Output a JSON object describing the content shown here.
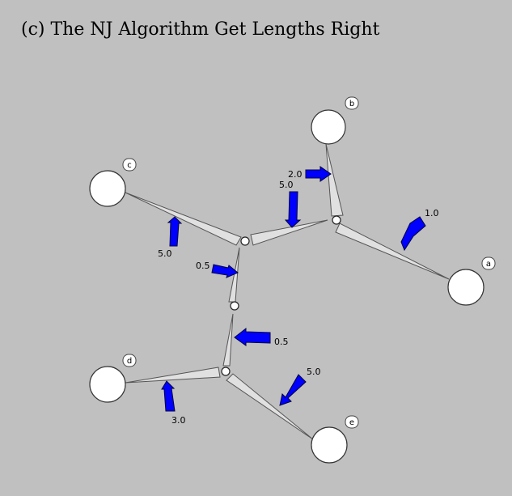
{
  "title": "(c) The NJ Algorithm Get Lengths Right",
  "colors": {
    "background": "#c0c0c0",
    "branch_fill": "#e0e0e0",
    "arrow": "#0000ff",
    "node": "#ffffff"
  },
  "leaves": {
    "a": "a",
    "b": "b",
    "c": "c",
    "d": "d",
    "e": "e"
  },
  "branch_lengths": {
    "a": "1.0",
    "b": "2.0",
    "c": "5.0",
    "inner_top": "5.0",
    "inner_mid_upper": "0.5",
    "inner_mid_lower": "0.5",
    "d": "3.0",
    "e": "5.0"
  }
}
